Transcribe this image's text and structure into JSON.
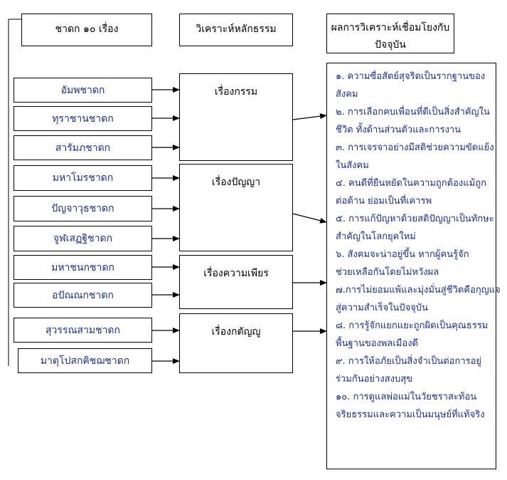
{
  "headers": {
    "stories": "ชาดก ๑๐ เรื่อง",
    "analysis": "วิเคราะห์หลักธรรม",
    "result_line1": "ผลการวิเคราะห์เชื่อมโยงกับ",
    "result_line2": "ปัจจุบัน"
  },
  "stories": [
    "อัมพชาดก",
    "ทุราชานชาดก",
    "สารัมภชาดก",
    "มหาโมรชาดก",
    "ปัญจาวุธชาดก",
    "จูฬเสฏฐิชาดก",
    "มหาชนกชาดก",
    "อปัณณกชาดก",
    "สุวรรณสามชาดก",
    "มาตุโปสกคิชฌชาดก"
  ],
  "topics": [
    "เรื่องกรรม",
    "เรื่องปัญญา",
    "เรื่องความเพียร",
    "เรื่องกตัญญู"
  ],
  "results": [
    "๑. ความซื่อสัตย์สุจริตเป็นรากฐานของ",
    "สังคม",
    "๒. การเลือกคบเพื่อนที่ดีเป็นสิ่งสำคัญใน",
    "ชีวิต ทั้งด้านส่วนตัวและการงาน",
    "๓. การเจรจาอย่างมีสติช่วยความขัดแย้ง",
    "ในสังคม",
    "๔. คนดีที่ยืนหยัดในความถูกต้องแม้ถูก",
    "ต่อต้าน ย่อมเป็นที่เคารพ",
    "๕. การแก้ปัญหาด้วยสติปัญญาเป็นทักษะ",
    "สำคัญในโลกยุคใหม่",
    "๖. สังคมจะน่าอยู่ขึ้น หากผู้คนรู้จัก",
    "ช่วยเหลือกันโดยไม่หวังผล",
    "๗.การไม่ยอมแพ้และมุ่งมั่นสู่ชีวิตคือกุญแจ",
    "สู่ความสำเร็จในปัจจุบัน",
    "๘. การรู้จักแยกแยะถูกผิดเป็นคุณธรรม",
    "พื้นฐานของพลเมืองดี",
    "๙. การให้อภัยเป็นสิ่งจำเป็นต่อการอยู่",
    "ร่วมกันอย่างสงบสุข",
    "๑๐. การดูแลพ่อแม่ในวัยชราสะท้อน",
    "จริยธรรมและความเป็นมนุษย์ที่แท้จริง"
  ]
}
